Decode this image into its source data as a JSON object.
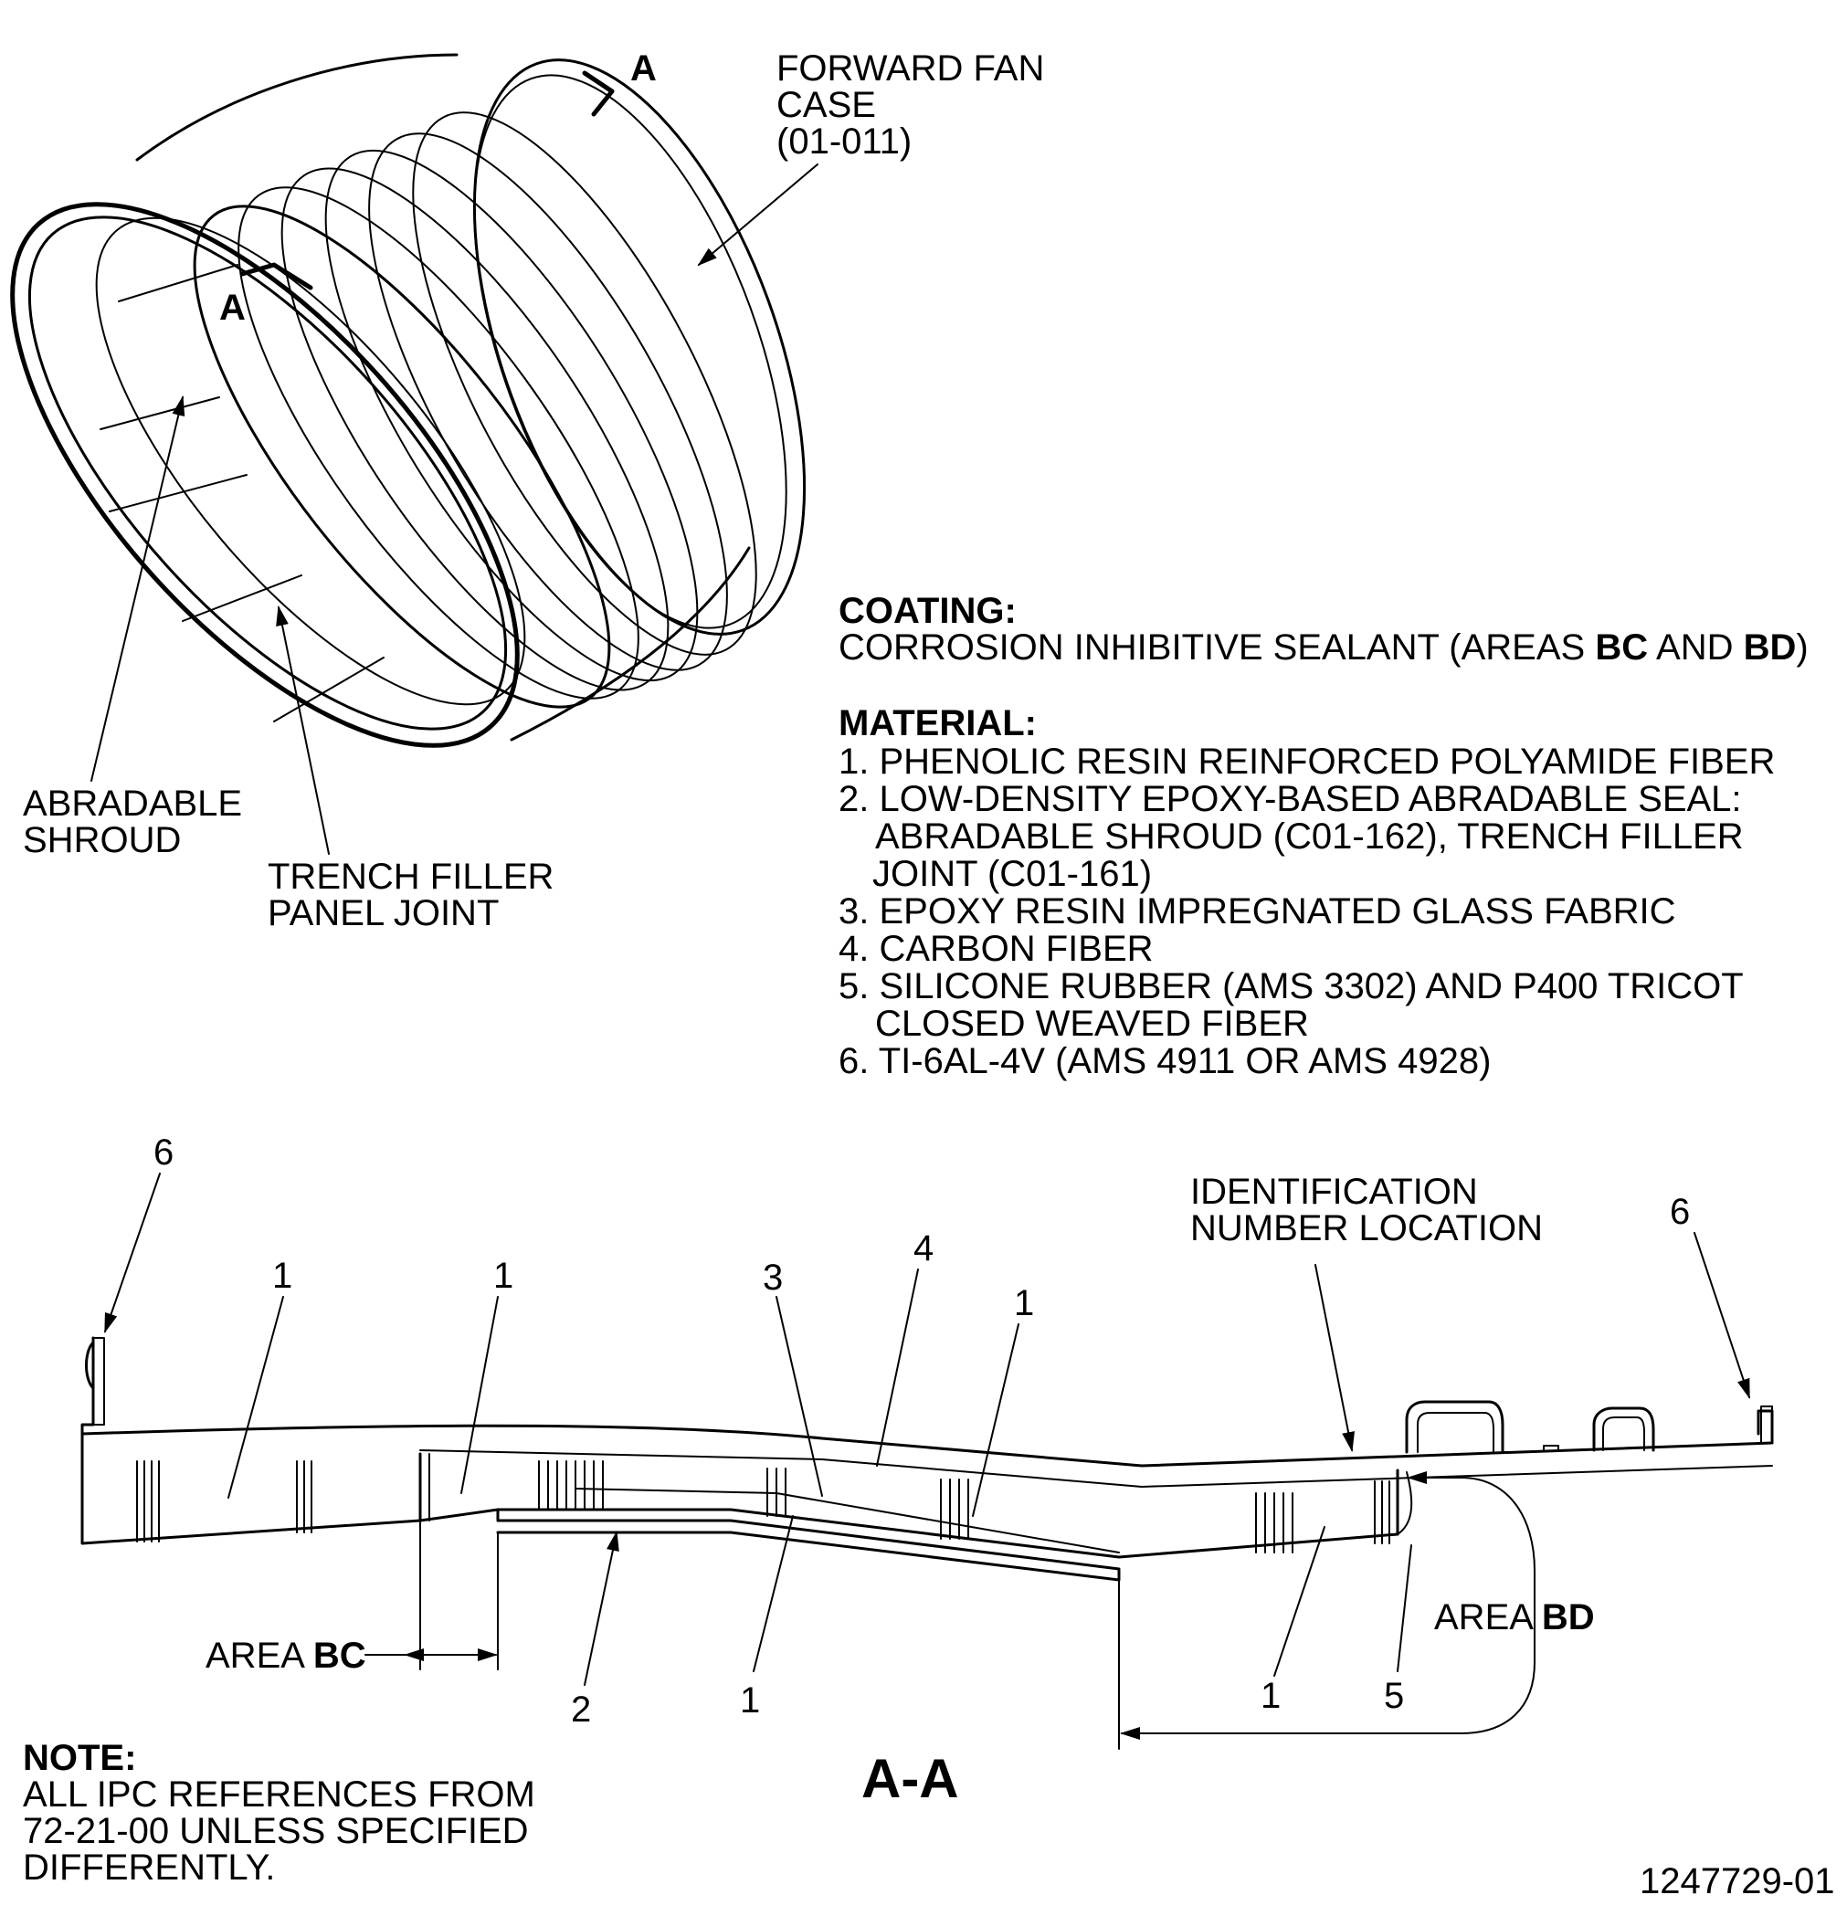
{
  "top_view": {
    "section_marker": "A",
    "section_marker_lower": "A",
    "labels": {
      "forward_fan_case": [
        "FORWARD FAN",
        "CASE",
        "(01-011)"
      ],
      "abradable_shroud": [
        "ABRADABLE",
        "SHROUD"
      ],
      "trench_filler": [
        "TRENCH FILLER",
        "PANEL JOINT"
      ]
    }
  },
  "coating": {
    "heading": "COATING:",
    "text_prefix": "CORROSION INHIBITIVE SEALANT (AREAS ",
    "area1": "BC",
    "and": " AND ",
    "area2": "BD",
    "suffix": ")"
  },
  "material": {
    "heading": "MATERIAL:",
    "lines": [
      "1. PHENOLIC RESIN REINFORCED POLYAMIDE FIBER",
      "2. LOW-DENSITY EPOXY-BASED ABRADABLE SEAL:",
      "ABRADABLE SHROUD (C01-162), TRENCH FILLER",
      "JOINT (C01-161)",
      "3. EPOXY RESIN IMPREGNATED GLASS FABRIC",
      "4. CARBON FIBER",
      "5. SILICONE RUBBER (AMS 3302) AND P400 TRICOT",
      "CLOSED WEAVED FIBER",
      "6. TI-6AL-4V (AMS 4911 OR AMS 4928)"
    ]
  },
  "section": {
    "title": "A-A",
    "id_label": [
      "IDENTIFICATION",
      "NUMBER LOCATION"
    ],
    "area_bc_prefix": "AREA ",
    "area_bc_bold": "BC",
    "area_bd_prefix": "AREA ",
    "area_bd_bold": "BD",
    "callouts": {
      "c6_left": "6",
      "c1_a": "1",
      "c1_b": "1",
      "c3": "3",
      "c4": "4",
      "c1_c": "1",
      "c6_right": "6",
      "c2": "2",
      "c1_d": "1",
      "c1_e": "1",
      "c5": "5"
    }
  },
  "note": {
    "heading": "NOTE:",
    "lines": [
      "ALL IPC REFERENCES FROM",
      "72-21-00 UNLESS SPECIFIED",
      "DIFFERENTLY."
    ]
  },
  "drawing_number": "1247729-01"
}
